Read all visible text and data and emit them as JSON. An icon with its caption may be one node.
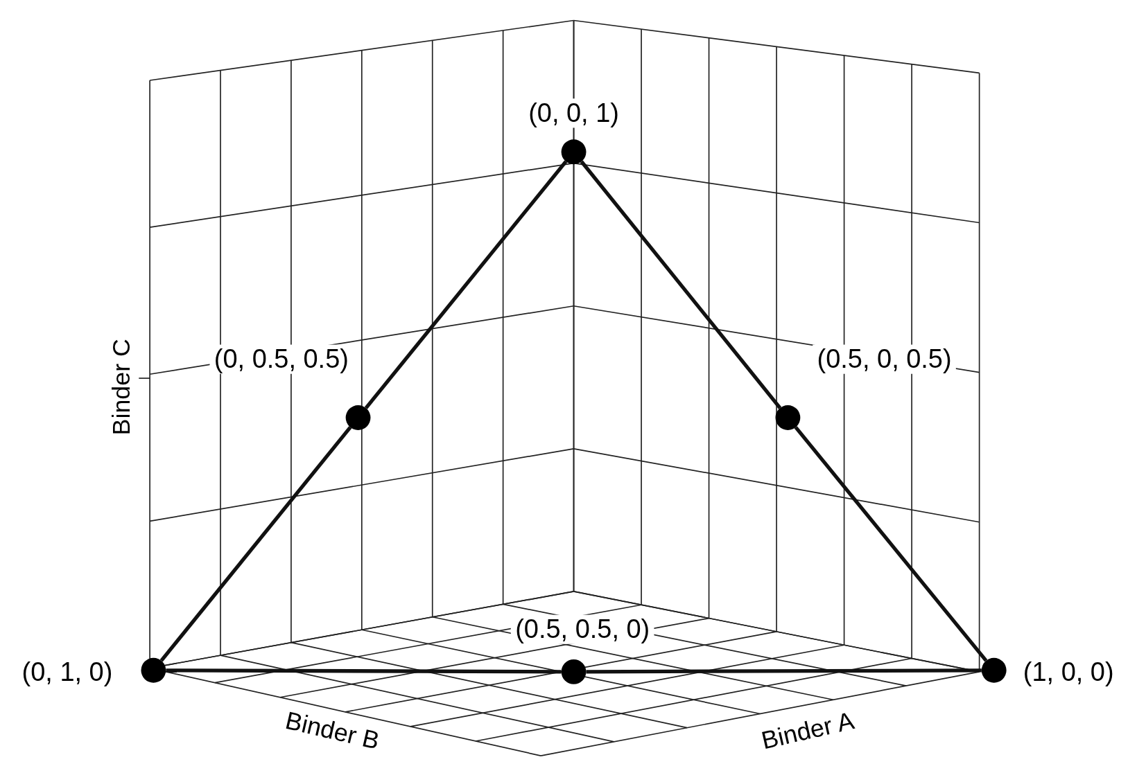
{
  "diagram": {
    "nodes": [
      {
        "text": [],
        "shape": "circle",
        "beside": [
          "(0, 0, 1)"
        ]
      },
      {
        "text": [],
        "shape": "circle",
        "beside": [
          "(0, 0.5, 0.5)"
        ]
      },
      {
        "text": [],
        "shape": "circle",
        "beside": [
          "(0.5, 0, 0.5)"
        ]
      },
      {
        "text": [],
        "shape": "circle",
        "beside": [
          "(0.5, 0.5, 0)"
        ]
      },
      {
        "text": [],
        "shape": "circle",
        "beside": [
          "(0, 1, 0)"
        ]
      },
      {
        "text": [],
        "shape": "circle",
        "beside": [
          "(1, 0, 0)"
        ]
      }
    ],
    "edges": [
      {
        "from": 4,
        "to": 1,
        "arrow": "none"
      },
      {
        "from": 1,
        "to": 0,
        "arrow": "none"
      },
      {
        "from": 0,
        "to": 2,
        "arrow": "none"
      },
      {
        "from": 2,
        "to": 5,
        "arrow": "none"
      },
      {
        "from": 5,
        "to": 3,
        "arrow": "none"
      },
      {
        "from": 3,
        "to": 4,
        "arrow": "none"
      }
    ],
    "labels": [
      "Binder C",
      "Binder B",
      "Binder A"
    ]
  }
}
